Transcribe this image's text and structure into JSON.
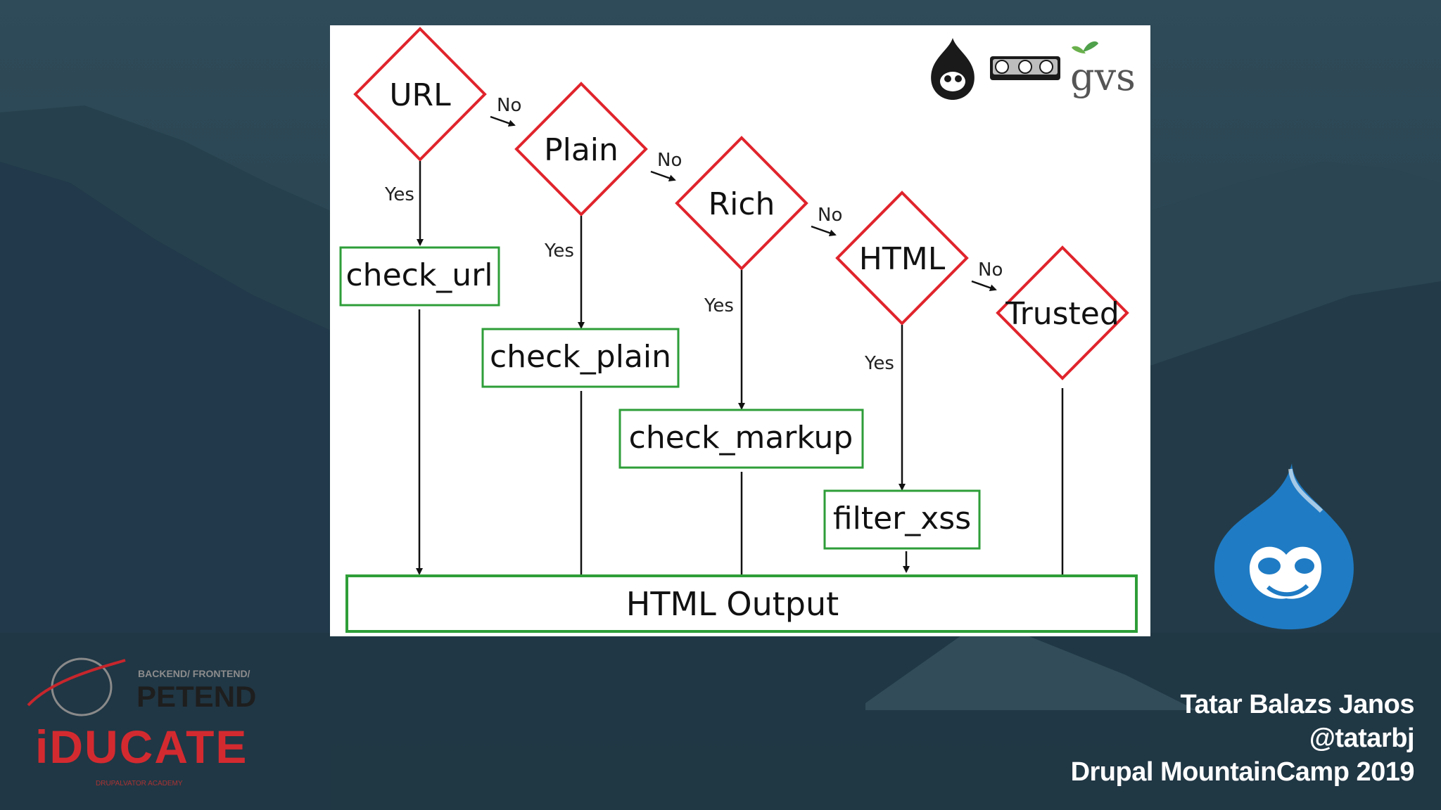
{
  "diagram": {
    "decisions": [
      {
        "label": "URL"
      },
      {
        "label": "Plain"
      },
      {
        "label": "Rich"
      },
      {
        "label": "HTML"
      },
      {
        "label": "Trusted"
      }
    ],
    "filters": [
      {
        "label": "check_url"
      },
      {
        "label": "check_plain"
      },
      {
        "label": "check_markup"
      },
      {
        "label": "filter_xss"
      }
    ],
    "yes_label": "Yes",
    "no_label": "No",
    "output_label": "HTML Output",
    "gvs_text": "gvs",
    "colors": {
      "diamond": "#e0242c",
      "box": "#2e9e38"
    }
  },
  "speaker": {
    "name": "Tatar Balazs Janos",
    "handle": "@tatarbj",
    "event": "Drupal MountainCamp 2019"
  },
  "event_logo": {
    "line1": "BACKEND/ FRONTEND/",
    "line2": "PETEND",
    "line3": "iDUCATE",
    "line4": "DRUPALVATOR ACADEMY"
  }
}
